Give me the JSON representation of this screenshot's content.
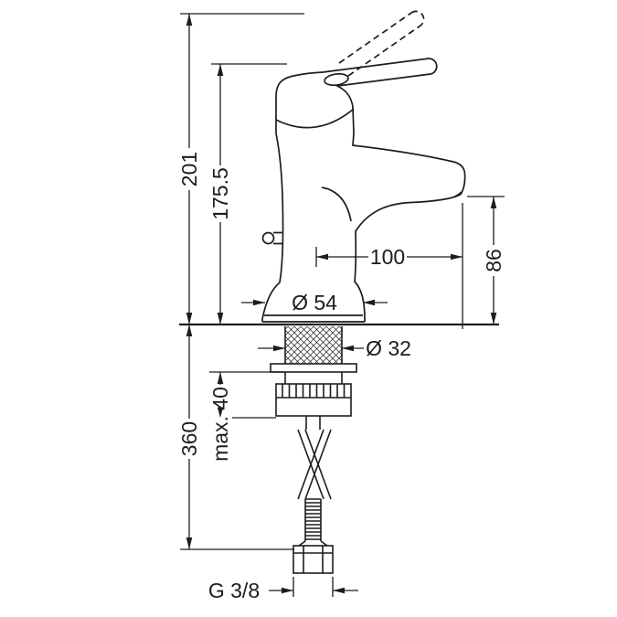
{
  "page": {
    "background": "#ffffff"
  },
  "drawing": {
    "line_color": "#1d1d1b",
    "labels": {
      "total_height": "201",
      "height_to_handle_top": "175.5",
      "spout_reach": "100",
      "spout_height": "86",
      "base_diameter": "Ø 54",
      "shank_diameter": "Ø 32",
      "max_counter_thickness": "max. 40",
      "hose_length": "360",
      "thread_size": "G 3/8"
    }
  }
}
